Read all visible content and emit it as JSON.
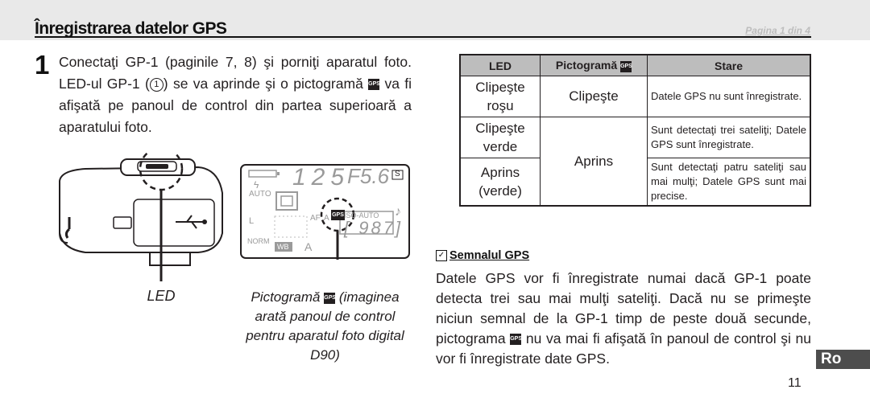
{
  "header": {
    "title": "Înregistrarea datelor GPS",
    "page_ref": "Pagina 1 din 4"
  },
  "step": {
    "number": "1",
    "text_a": "Conectaţi GP-1 (paginile 7, 8) şi porniţi aparatul foto. LED-ul GP-1 (",
    "circle": "1",
    "text_b": ") se va aprinde şi o pictogramă ",
    "text_c": " va fi afişată pe panoul de control din partea superioară a aparatului foto."
  },
  "icons": {
    "gps": "GPS"
  },
  "figure": {
    "led_caption": "LED",
    "pictogram_caption_a": "Pictogramă ",
    "pictogram_caption_b": " (imaginea arată panoul de control pentru aparatul foto digital D90)",
    "panel": {
      "shutter": "125",
      "aperture": "F5.6",
      "mode": "S",
      "auto_top": "AUTO",
      "l": "L",
      "norm": "NORM",
      "wb": "WB",
      "a": "A",
      "af": "AF",
      "af_a": "A",
      "iso_auto": "ISO-AUTO",
      "frames": "[ 987]"
    }
  },
  "table": {
    "headers": {
      "led": "LED",
      "pictogram": "Pictogramă ",
      "stare": "Stare"
    },
    "rows": [
      {
        "led": "Clipeşte roşu",
        "pictogram": "Clipeşte",
        "stare": "Datele GPS nu sunt înregistrate."
      },
      {
        "led": "Clipeşte verde",
        "pictogram": "Aprins",
        "stare": "Sunt detectaţi trei sateliţi; Datele GPS sunt înregistrate."
      },
      {
        "led": "Aprins (verde)",
        "stare": "Sunt detectaţi patru sateliţi sau mai mulţi; Datele GPS sunt mai precise."
      }
    ]
  },
  "note": {
    "title": "Semnalul GPS",
    "body_a": "Datele GPS vor fi înregistrate numai dacă GP-1 poate detecta trei sau mai mulţi sateliţi. Dacă nu se primeşte niciun semnal de la GP-1 timp de peste două secunde, pictograma ",
    "body_b": " nu va mai fi afişată în panoul de control şi nu vor fi înregistrate date GPS."
  },
  "lang_tab": "Ro",
  "page_number": "11",
  "colors": {
    "header_band": "#e9e9e9",
    "table_header": "#bdbdbd",
    "lang_tab": "#4d4d4d",
    "text": "#231f20"
  }
}
